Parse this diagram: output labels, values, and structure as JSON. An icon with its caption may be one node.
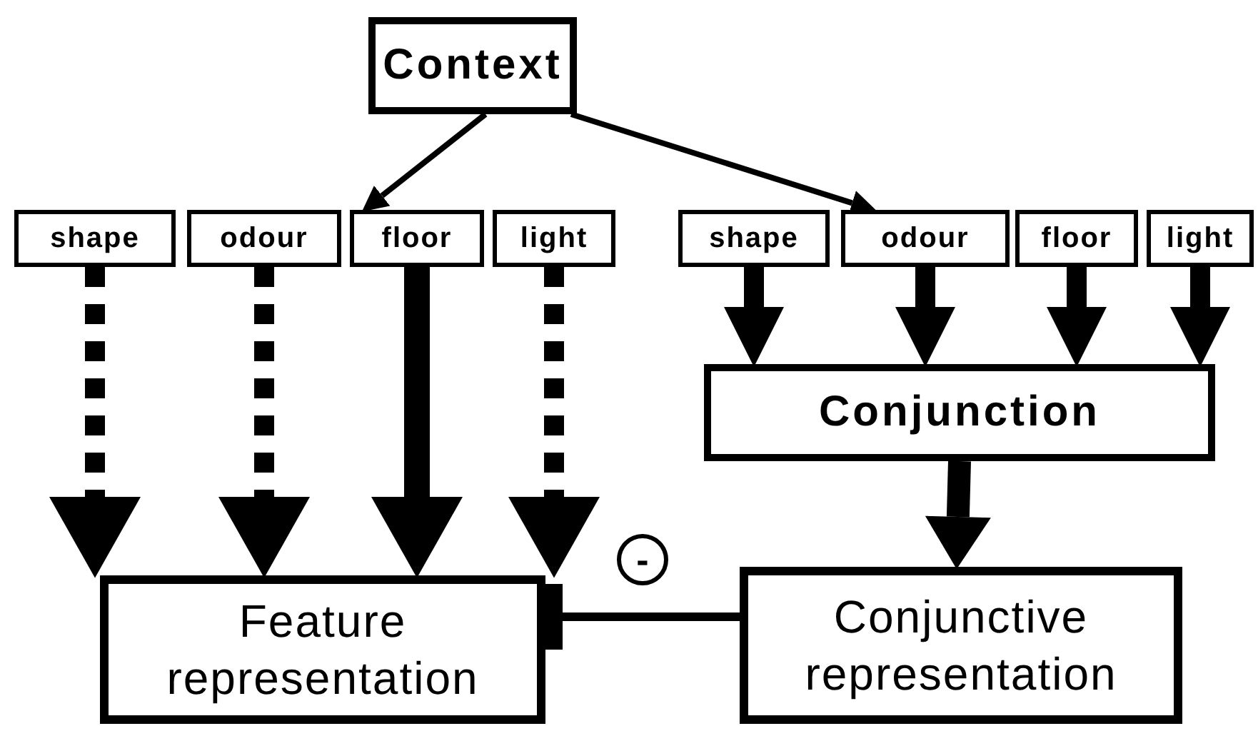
{
  "diagram": {
    "nodes": [
      {
        "text": [
          "Context"
        ]
      },
      {
        "text": [
          "shape"
        ]
      },
      {
        "text": [
          "odour"
        ]
      },
      {
        "text": [
          "floor"
        ]
      },
      {
        "text": [
          "light"
        ]
      },
      {
        "text": [
          "shape"
        ]
      },
      {
        "text": [
          "odour"
        ]
      },
      {
        "text": [
          "floor"
        ]
      },
      {
        "text": [
          "light"
        ]
      },
      {
        "text": [
          "Conjunction"
        ]
      },
      {
        "text": [
          "Feature representation"
        ]
      },
      {
        "text": [
          "Conjunctive representation"
        ]
      }
    ],
    "edges": [
      {
        "from": 0,
        "to": 3,
        "arrow": "to"
      },
      {
        "from": 0,
        "to": 6,
        "arrow": "to"
      },
      {
        "from": 1,
        "to": 10,
        "arrow": "to",
        "style": "dashed"
      },
      {
        "from": 2,
        "to": 10,
        "arrow": "to",
        "style": "dashed"
      },
      {
        "from": 3,
        "to": 10,
        "arrow": "to"
      },
      {
        "from": 4,
        "to": 10,
        "arrow": "to",
        "style": "dashed"
      },
      {
        "from": 5,
        "to": 9,
        "arrow": "to"
      },
      {
        "from": 6,
        "to": 9,
        "arrow": "to"
      },
      {
        "from": 7,
        "to": 9,
        "arrow": "to"
      },
      {
        "from": 8,
        "to": 9,
        "arrow": "to"
      },
      {
        "from": 9,
        "to": 11,
        "arrow": "to"
      },
      {
        "from": 11,
        "to": 10,
        "arrow": "other",
        "label": "-"
      }
    ]
  }
}
